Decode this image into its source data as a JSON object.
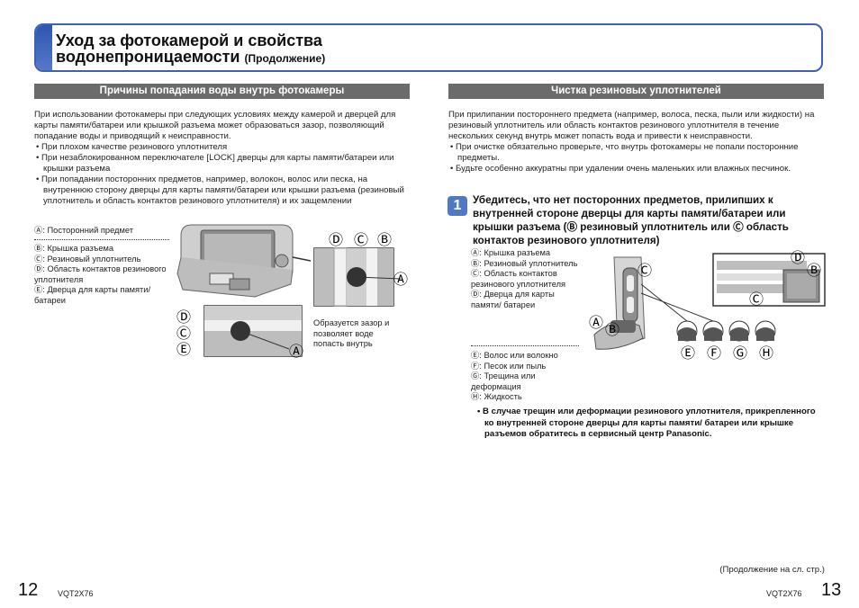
{
  "header": {
    "title_line1": "Уход за фотокамерой и свойства",
    "title_line2": "водонепроницаемости",
    "title_suffix": "(Продолжение)"
  },
  "left": {
    "section_title": "Причины попадания воды внутрь фотокамеры",
    "intro": "При использовании фотокамеры при следующих условиях между камерой и дверцей для карты памяти/батареи или крышкой разъема может образоваться зазор, позволяющий попадание воды и приводящий к неисправности.",
    "bullets": [
      "При плохом качестве резинового уплотнителя",
      "При незаблокированном переключателе [LOCK] дверцы для карты памяти/батареи или крышки разъема",
      "При попадании посторонних предметов, например, волокон, волос или песка, на внутреннюю сторону дверцы для карты памяти/батареи или крышки разъема (резиновый уплотнитель и область контактов резинового уплотнителя) и их защемлении"
    ],
    "legend_top": "Ⓐ: Посторонний предмет",
    "legend": [
      "Ⓑ: Крышка разъема",
      "Ⓒ: Резиновый уплотнитель",
      "Ⓓ: Область контактов резинового уплотнителя",
      "Ⓔ: Дверца для карты памяти/ батареи"
    ],
    "gap_note": "Образуется зазор и позволяет воде попасть внутрь",
    "diagram_letters": {
      "a": "Ⓐ",
      "b": "Ⓑ",
      "c": "Ⓒ",
      "d": "Ⓓ",
      "e": "Ⓔ"
    }
  },
  "right": {
    "section_title": "Чистка резиновых уплотнителей",
    "intro": "При прилипании постороннего предмета (например, волоса, песка, пыли или жидкости) на резиновый уплотнитель или область контактов резинового уплотнителя в течение нескольких секунд внутрь может попасть вода и привести к неисправности.",
    "bullets": [
      "При очистке обязательно проверьте, что внутрь фотокамеры не попали посторонние предметы.",
      "Будьте особенно аккуратны при удалении очень маленьких или влажных песчинок."
    ],
    "step_number": "1",
    "step_text": "Убедитесь, что нет посторонних предметов, прилипших к внутренней стороне дверцы для карты памяти/батареи или крышки разъема (Ⓑ резиновый уплотнитель или Ⓒ область контактов резинового уплотнителя)",
    "legend": [
      "Ⓐ: Крышка разъема",
      "Ⓑ: Резиновый уплотнитель",
      "Ⓒ: Область контактов резинового уплотнителя",
      "Ⓓ: Дверца для карты памяти/ батареи"
    ],
    "legend2": [
      "Ⓔ: Волос или волокно",
      "Ⓕ: Песок или пыль",
      "Ⓖ: Трещина или деформация",
      "Ⓗ: Жидкость"
    ],
    "note": "В случае трещин или деформации резинового уплотнителя, прикрепленного ко внутренней стороне дверцы для карты памяти/ батареи или крышке разъемов обратитесь в сервисный центр Panasonic.",
    "diagram_letters": {
      "a": "Ⓐ",
      "b": "Ⓑ",
      "c": "Ⓒ",
      "d": "Ⓓ",
      "e": "Ⓔ",
      "f": "Ⓕ",
      "g": "Ⓖ",
      "h": "Ⓗ"
    }
  },
  "footer": {
    "continued": "(Продолжение на сл. стр.)",
    "page_left": "12",
    "code_left": "VQT2X76",
    "page_right": "13",
    "code_right": "VQT2X76"
  }
}
